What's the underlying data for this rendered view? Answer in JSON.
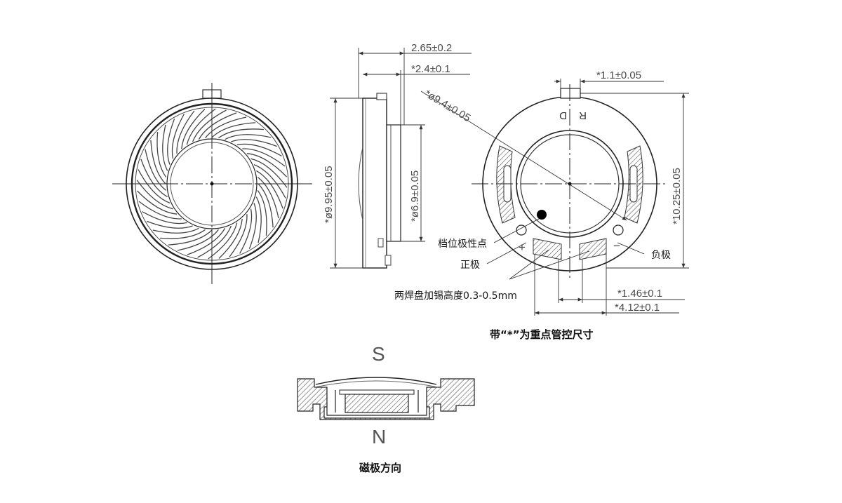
{
  "dimensions": {
    "overall_thickness": "2.65±0.2",
    "body_thickness": "*2.4±0.1",
    "outer_diameter": "*ø9.95±0.05",
    "inner_diameter": "*ø6.9±0.05",
    "terminal_width": "*1.1±0.05",
    "dome_diameter": "*ø9.4±0.05",
    "overall_height": "*10.25±0.05",
    "pad_width": "*1.46±0.1",
    "pad_span": "*4.12±0.1"
  },
  "labels": {
    "locator": "档位极性点",
    "positive": "正极",
    "negative": "负极",
    "solder_note": "两焊盘加锡高度0.3-0.5mm",
    "key_note": "带“*”为重点管控尺寸",
    "terminal_marks": [
      "R",
      "D"
    ],
    "plus_mark": "+",
    "minus_mark": "−"
  },
  "magnet": {
    "south": "S",
    "north": "N",
    "caption": "磁极方向"
  }
}
